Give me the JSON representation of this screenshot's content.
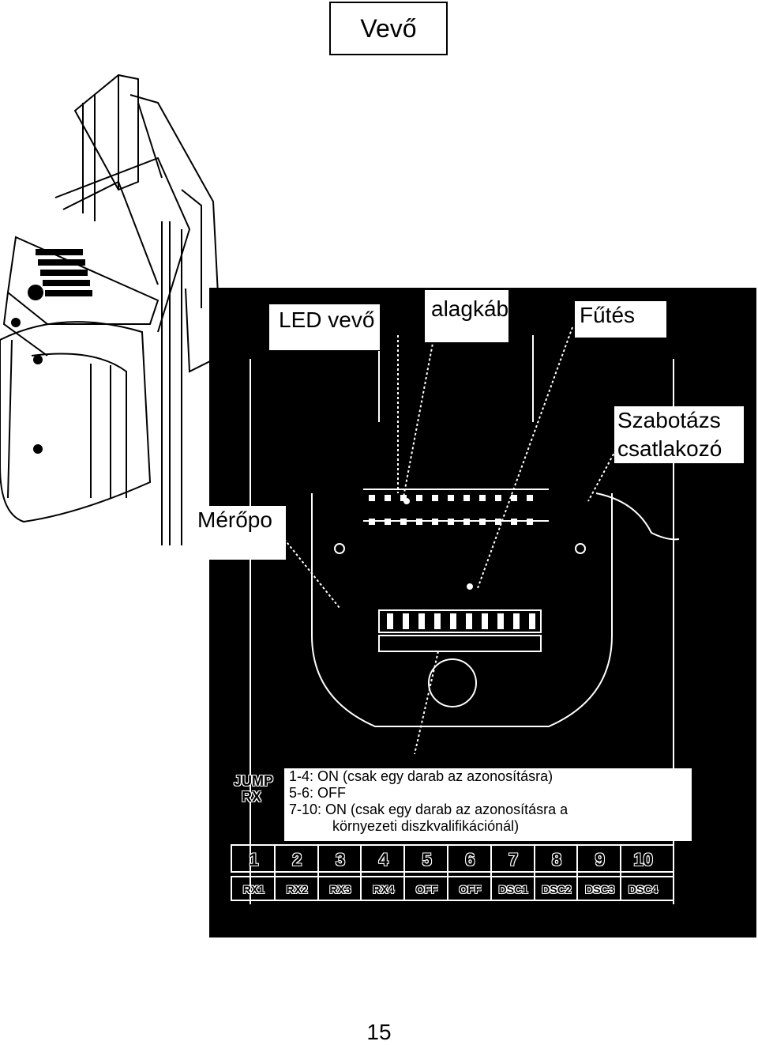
{
  "title": "Vevő",
  "labels": {
    "led": "LED vevő",
    "alagkab": "alagkáb",
    "futes": "Fűtés",
    "szabotazs_1": "Szabotázs",
    "szabotazs_2": "csatlakozó",
    "meropont": "Mérőpo"
  },
  "jumper_header": [
    "JUMP",
    "RX"
  ],
  "settings": [
    "1-4: ON (csak egy darab az azonosításra)",
    "5-6: OFF",
    "7-10: ON (csak egy darab az azonosításra a",
    "környezeti diszkvalifikációnál)"
  ],
  "dip_numbers": [
    "1",
    "2",
    "3",
    "4",
    "5",
    "6",
    "7",
    "8",
    "9",
    "10"
  ],
  "dip_labels": [
    "RX1",
    "RX2",
    "RX3",
    "RX4",
    "OFF",
    "OFF",
    "DSC1",
    "DSC2",
    "DSC3",
    "DSC4"
  ],
  "page_number": "15"
}
